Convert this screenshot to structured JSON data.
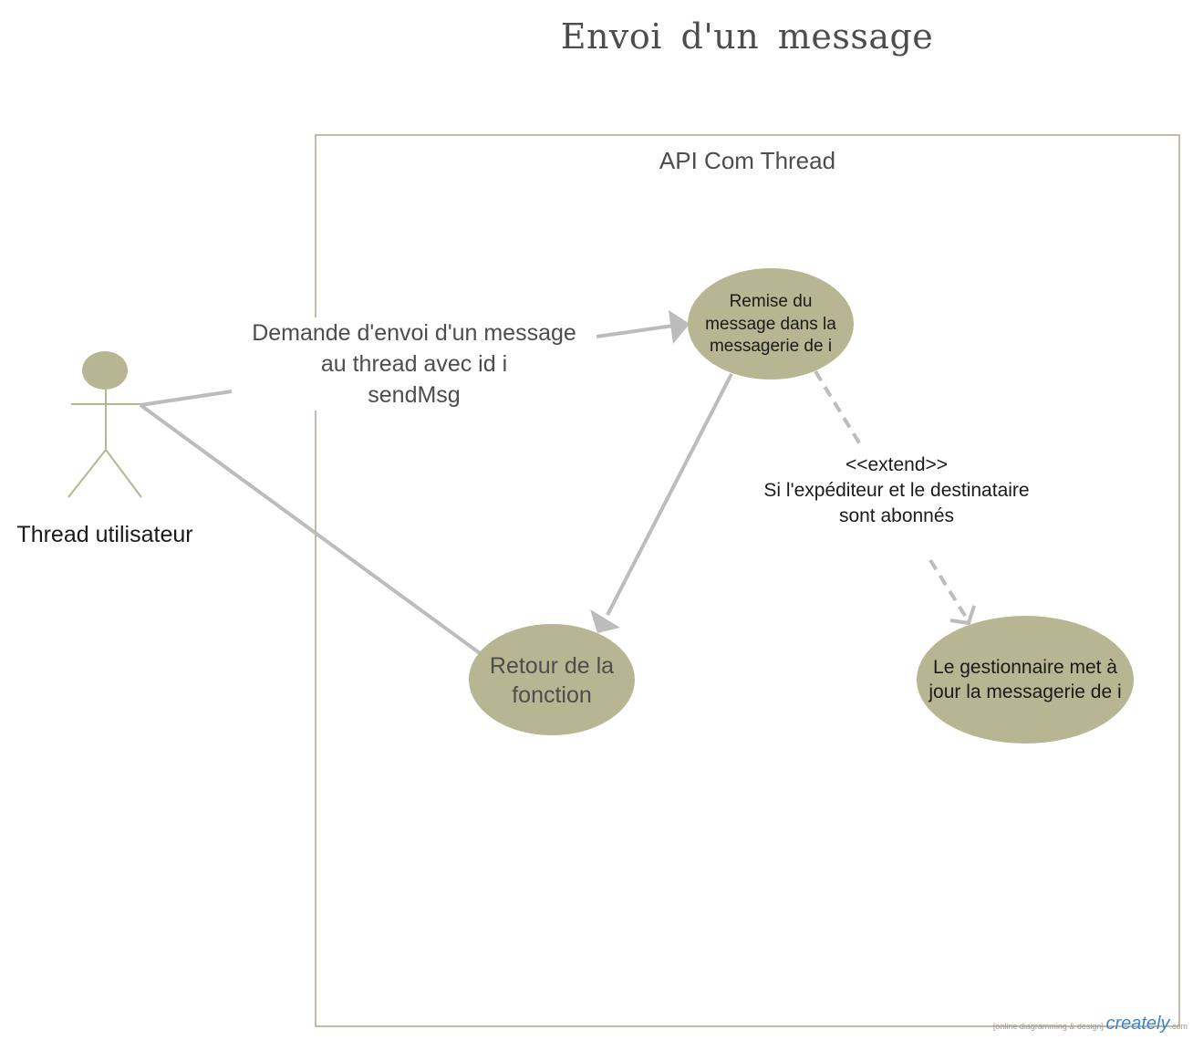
{
  "title": "Envoi  d'un  message",
  "system": {
    "label": "API Com Thread"
  },
  "actor": {
    "label": "Thread utilisateur"
  },
  "use_cases": {
    "remise": "Remise du message dans la messagerie de i",
    "retour": "Retour de la fonction",
    "gestionnaire": "Le gestionnaire met à jour la messagerie de i"
  },
  "association": {
    "line1": "Demande d'envoi d'un message",
    "line2": "au thread avec id i",
    "line3": "sendMsg"
  },
  "extend": {
    "stereotype": "<<extend>>",
    "line1": "Si l'expéditeur et le destinataire",
    "line2": "sont abonnés"
  },
  "watermark": {
    "tagline": "[online diagramming & design]",
    "brand": "creately",
    "tld": ".com"
  },
  "colors": {
    "use_case_fill": "#b8b592",
    "actor": "#b8b592",
    "connector": "#bcbcbc",
    "boundary": "#c8b8a8"
  }
}
